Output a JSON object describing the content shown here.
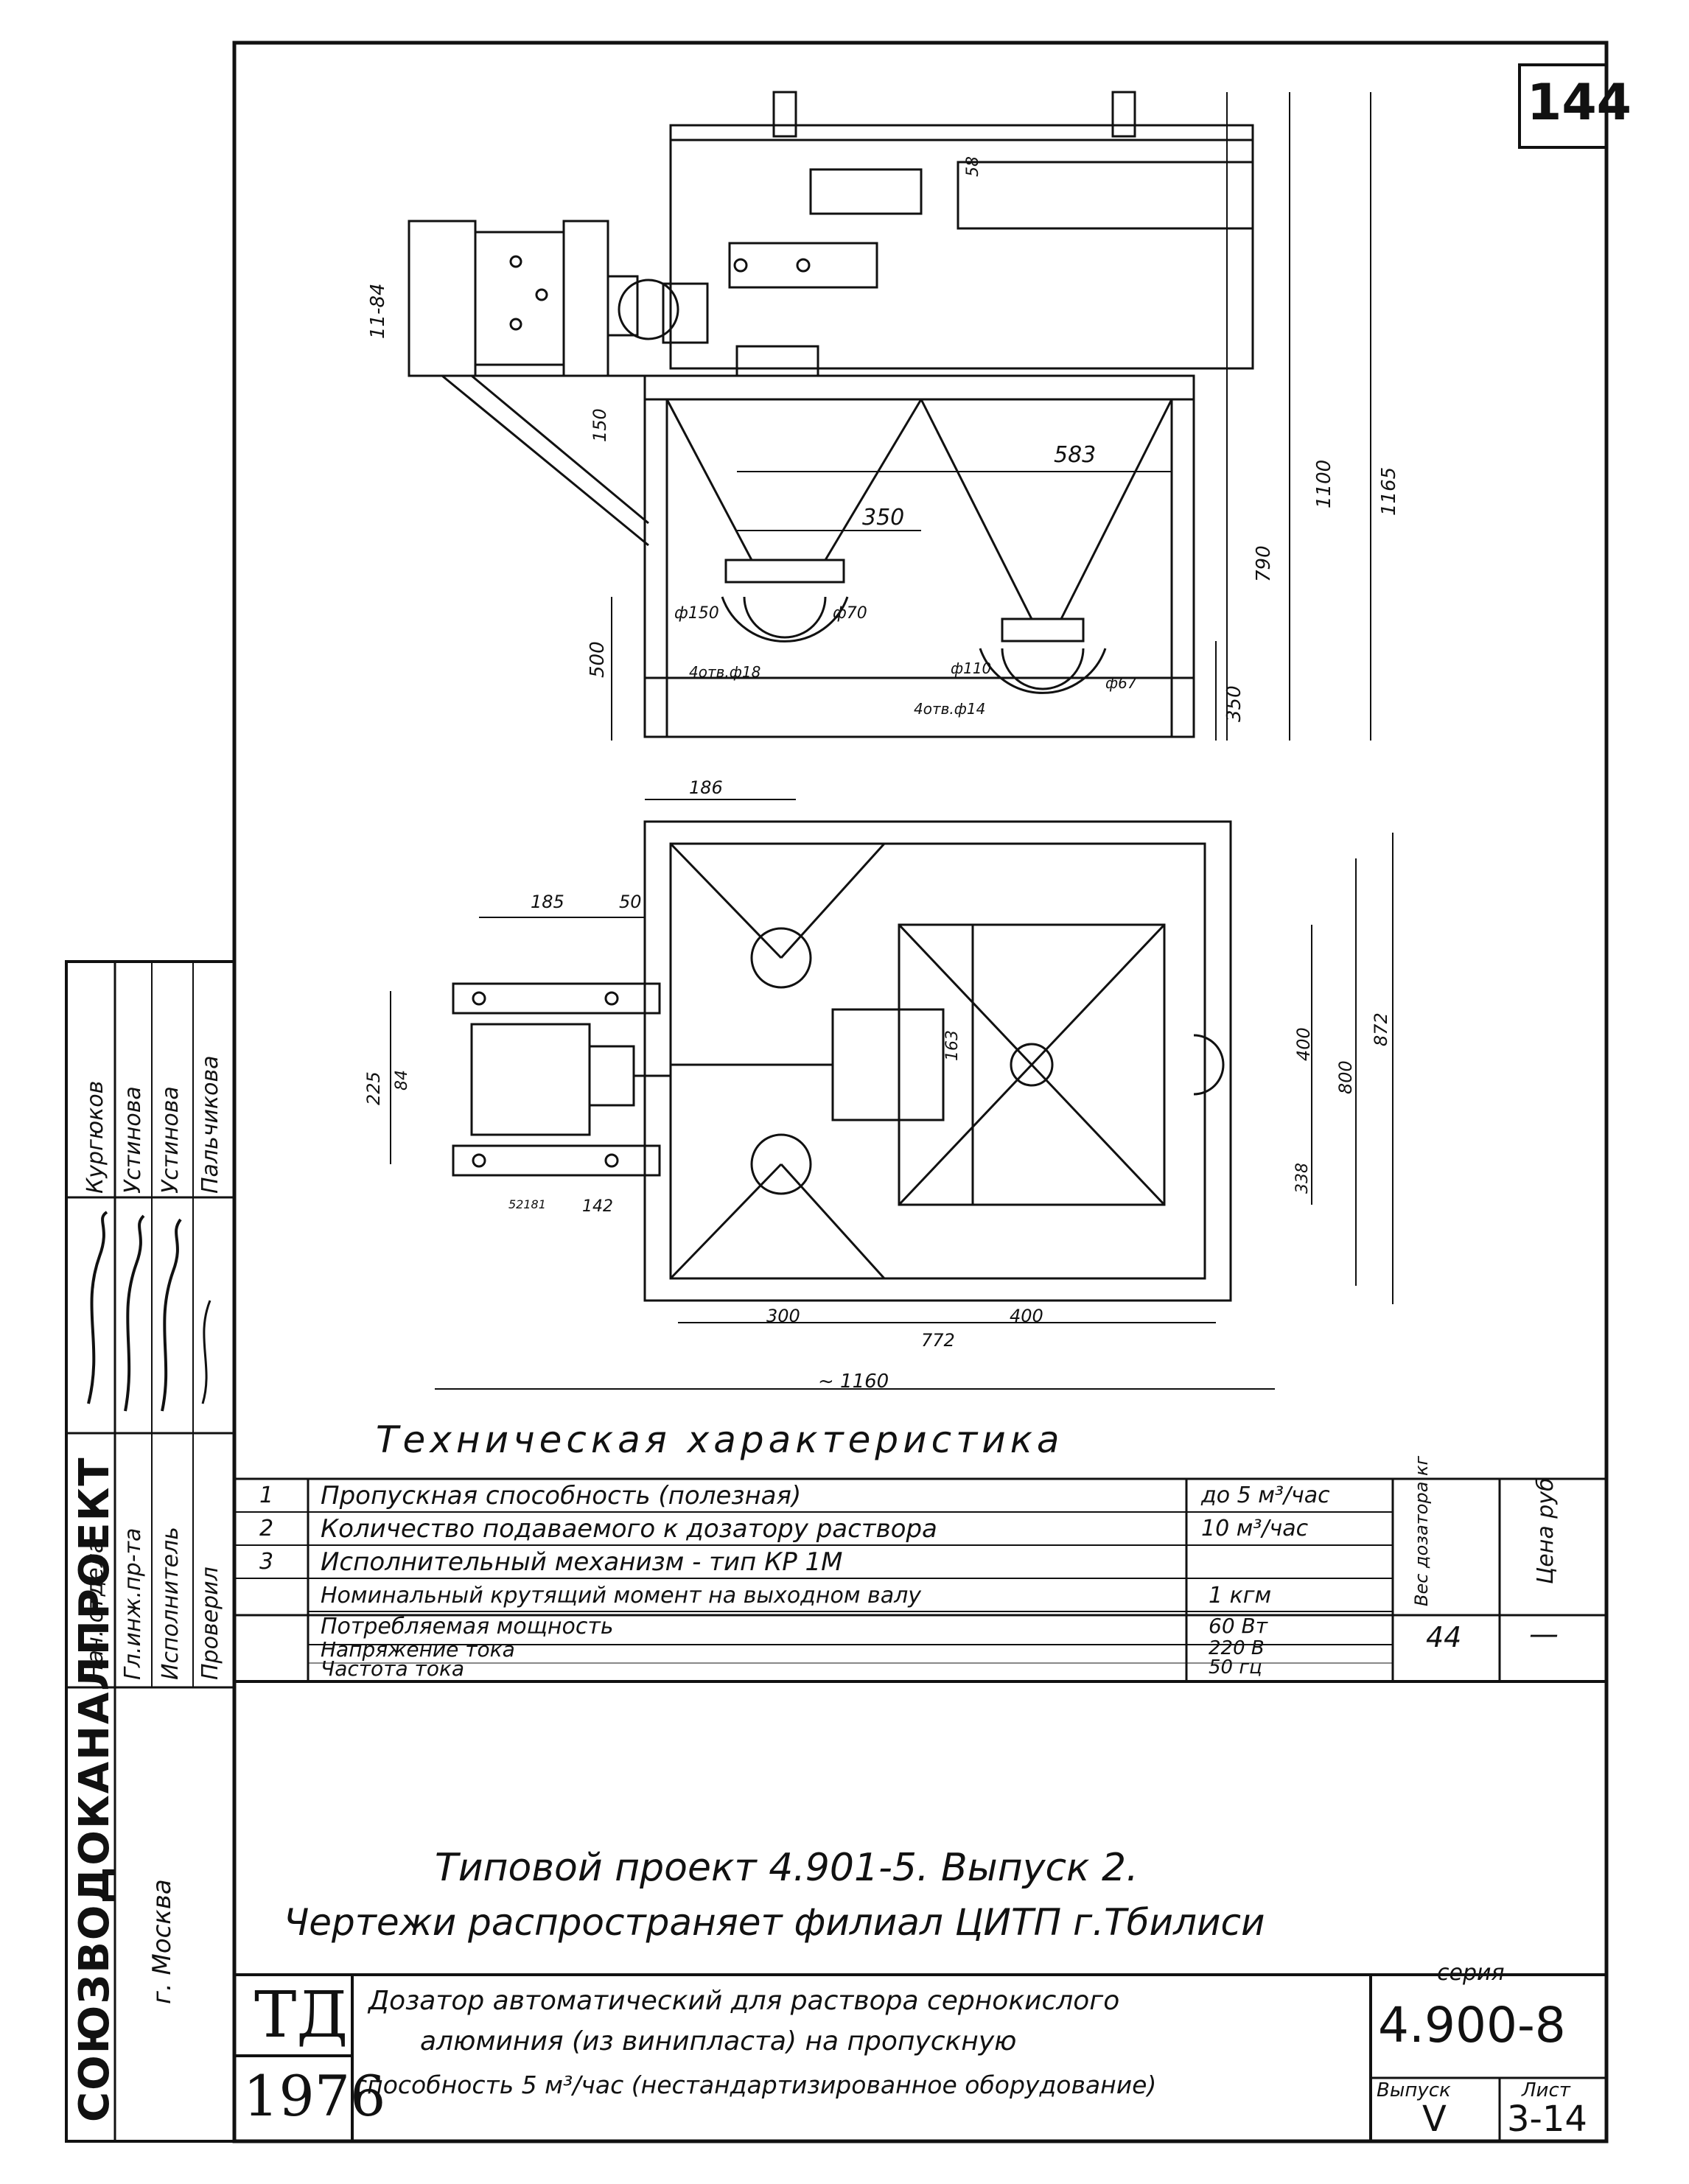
{
  "sheet_number": "144",
  "drawing": {
    "dimensions_elevation": [
      "11-84",
      "58",
      "150",
      "583",
      "350",
      "790",
      "1100",
      "1165",
      "500",
      "350"
    ],
    "dimensions_plan": [
      "186",
      "185",
      "50",
      "225",
      "84",
      "163",
      "400",
      "800",
      "872",
      "338",
      "52181",
      "142",
      "300",
      "400",
      "772",
      "~ 1160"
    ],
    "callouts": [
      "ф150",
      "ф70",
      "4отв.ф18",
      "ф110",
      "ф67",
      "4отв.ф14"
    ]
  },
  "tech_title": "Техническая характеристика",
  "tech_rows": [
    {
      "num": "1",
      "name": "Пропускная способность (полезная)",
      "value": "до 5 м³/час"
    },
    {
      "num": "2",
      "name": "Количество подаваемого к дозатору раствора",
      "value": "10 м³/час"
    },
    {
      "num": "3",
      "name": "Исполнительный механизм - тип КР 1М",
      "value": ""
    },
    {
      "num": "",
      "name": "Номинальный крутящий момент на выходном валу",
      "value": "1 кгм"
    },
    {
      "num": "",
      "name": "Потребляемая мощность",
      "value": "60 Вт"
    },
    {
      "num": "",
      "name": "Напряжение тока",
      "value": "220 В"
    },
    {
      "num": "",
      "name": "Частота тока",
      "value": "50 гц"
    }
  ],
  "weight_header": "Вес дозатора кг",
  "price_header": "Цена руб",
  "weight_value": "44",
  "price_value": "—",
  "project_line1": "Типовой проект 4.901-5. Выпуск 2.",
  "project_line2": "Чертежи распространяет филиал ЦИТП г.Тбилиси",
  "stamp": {
    "td": "ТД",
    "year": "1976",
    "title_line1": "Дозатор автоматический для раствора сернокислого",
    "title_line2": "алюминия (из винипласта) на пропускную",
    "title_line3": "способность 5 м³/час (нестандартизированное оборудование)",
    "series_label": "серия",
    "series_value": "4.900-8",
    "issue_label": "Выпуск",
    "issue_value": "V",
    "sheet_label": "Лист",
    "sheet_value": "3-14"
  },
  "side_block": {
    "org": "СОЮЗВОДОКАНАЛПРОЕКТ",
    "city": "г. Москва",
    "roles": [
      "Нач. отдела",
      "Гл.инж.пр-та",
      "Исполнитель",
      "Проверил"
    ],
    "names": [
      "Кургюков",
      "Устинова",
      "Устинова",
      "Пальчикова"
    ]
  }
}
